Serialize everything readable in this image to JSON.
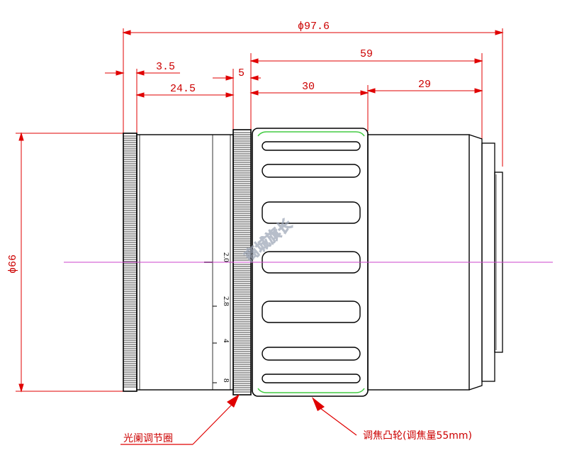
{
  "dimensions": {
    "overall_length": "ϕ97.6",
    "front_ring": "3.5",
    "iris_section": "24.5",
    "gap": "5",
    "focus_to_mount": "59",
    "focus_cam": "30",
    "rear_body": "29",
    "diameter": "ϕ66"
  },
  "aperture_scale": [
    "2.0",
    "2.8",
    "4",
    "8"
  ],
  "callouts": {
    "aperture_ring": "光阑调节圈",
    "focus_cam": "调焦凸轮(调焦量55mm)"
  },
  "watermark": "商城旗长",
  "colors": {
    "dimension": "#cc0000",
    "dimension_line": "#e00000",
    "outline": "#000000",
    "axis": "#cc44cc",
    "focus_slot_highlight": "#44cc44"
  }
}
